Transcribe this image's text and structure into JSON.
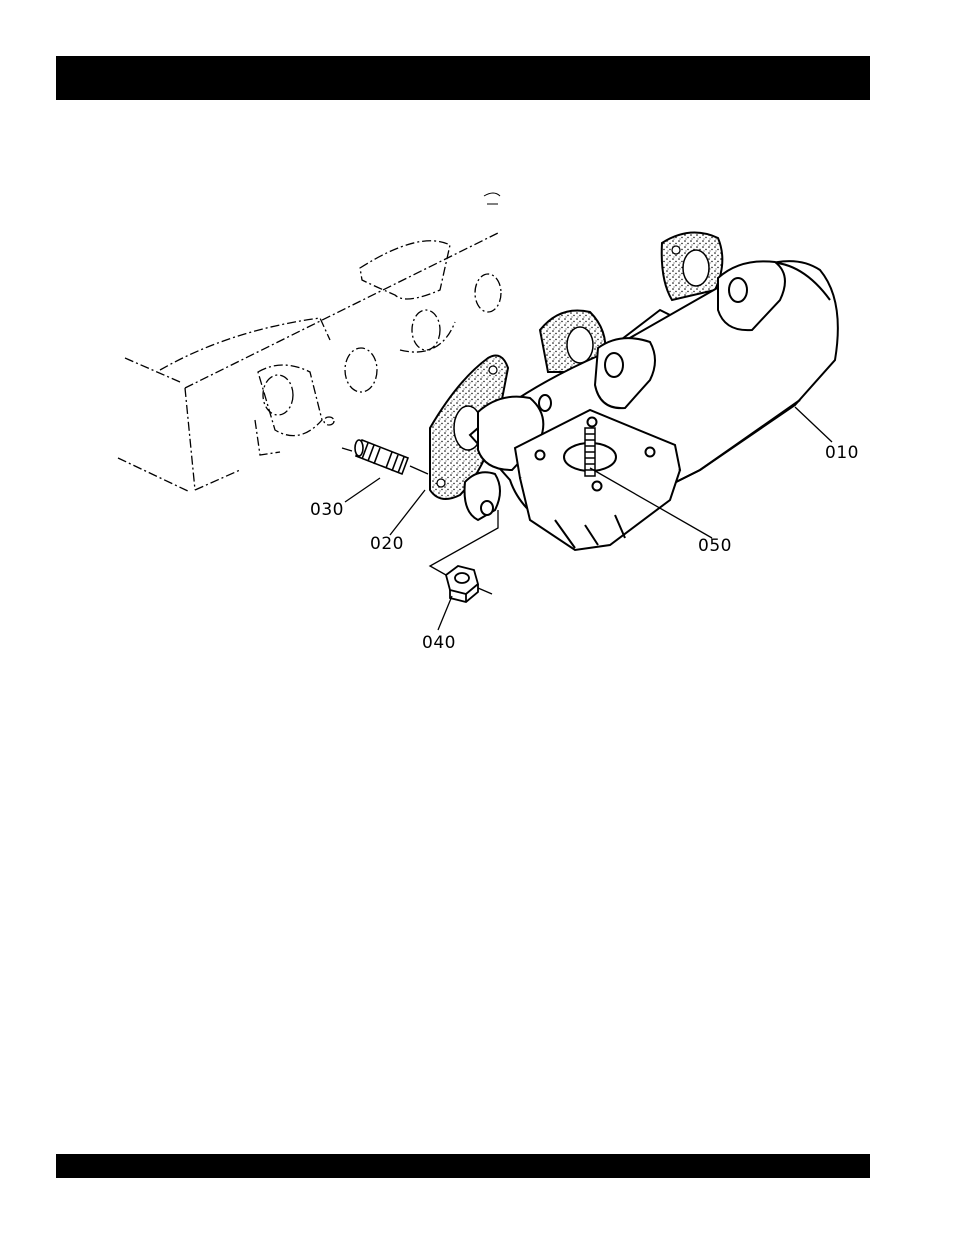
{
  "diagram": {
    "callouts": [
      {
        "id": "010",
        "label": "010"
      },
      {
        "id": "020",
        "label": "020"
      },
      {
        "id": "030",
        "label": "030"
      },
      {
        "id": "040",
        "label": "040"
      },
      {
        "id": "050",
        "label": "050"
      }
    ]
  }
}
